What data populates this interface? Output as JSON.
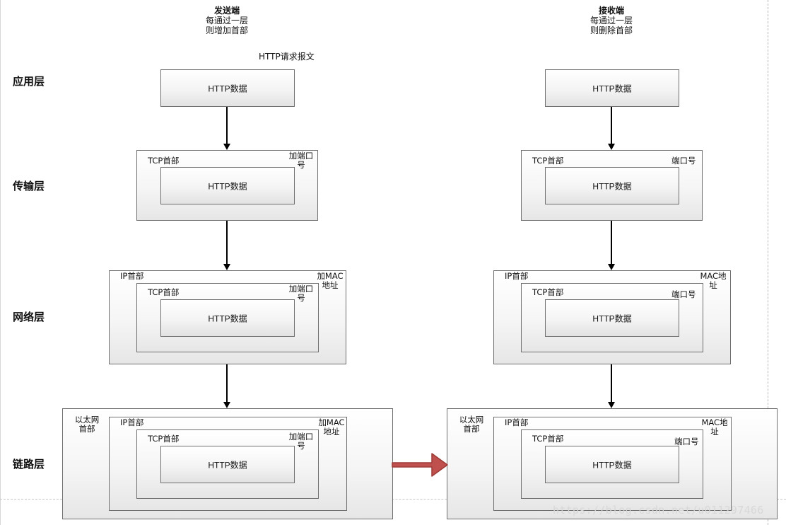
{
  "sender": {
    "title": "发送端",
    "subtitle_line1": "每通过一层",
    "subtitle_line2": "则增加首部",
    "message_label": "HTTP请求报文"
  },
  "receiver": {
    "title": "接收端",
    "subtitle_line1": "每通过一层",
    "subtitle_line2": "则删除首部"
  },
  "layers": {
    "application": "应用层",
    "transport": "传输层",
    "network": "网络层",
    "link": "链路层"
  },
  "labels": {
    "http_data": "HTTP数据",
    "tcp_header": "TCP首部",
    "ip_header": "IP首部",
    "ethernet_header_line1": "以太网",
    "ethernet_header_line2": "首部"
  },
  "sender_notes": {
    "add_port_line1": "加端口",
    "add_port_line2": "号",
    "add_mac_line1": "加MAC",
    "add_mac_line2": "地址"
  },
  "receiver_notes": {
    "port": "端口号",
    "mac_line1": "MAC地",
    "mac_line2": "址"
  },
  "watermark": "https://blog.csdn.net/u011297466",
  "colors": {
    "border": "#6f6f6f",
    "transfer_arrow": "#c0504d",
    "arrow": "#000000"
  }
}
